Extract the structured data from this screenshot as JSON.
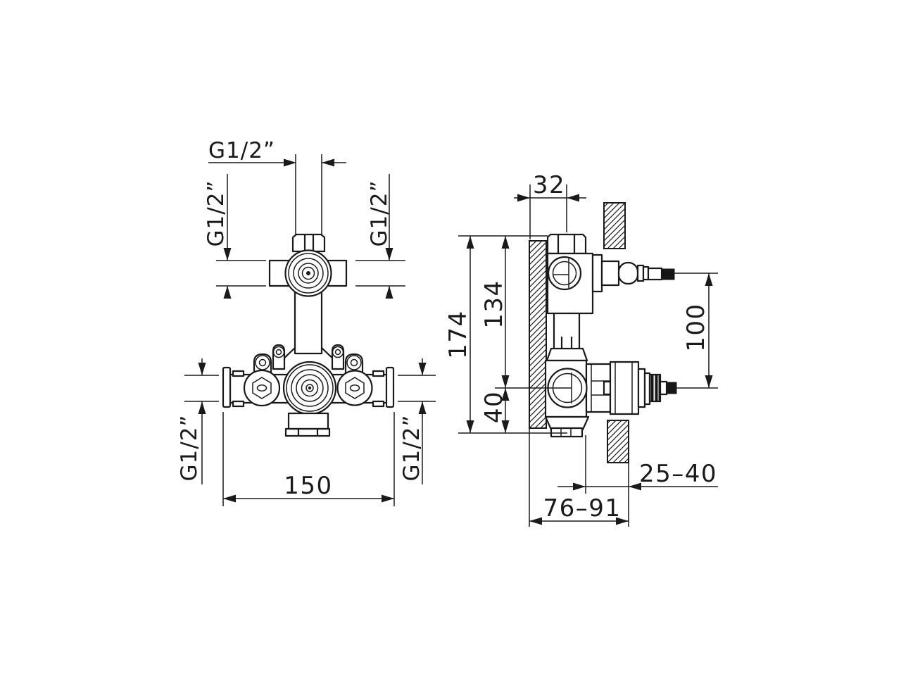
{
  "drawing": {
    "kind": "concealed-valve-installation-drawing",
    "background": "#ffffff",
    "line_color": "#1a1a1a",
    "front_view": {
      "labels": {
        "top_port": "G1/2”",
        "upper_left_port": "G1/2”",
        "upper_right_port": "G1/2”",
        "lower_left_port": "G1/2”",
        "lower_right_port": "G1/2”",
        "overall_width": "150"
      }
    },
    "side_view": {
      "labels": {
        "wall_to_axis": "32",
        "overall_height": "174",
        "upper_height": "134",
        "lower_offset": "40",
        "valve_spacing": "100",
        "finished_wall_range": "25–40",
        "installation_depth_range": "76–91"
      }
    }
  }
}
